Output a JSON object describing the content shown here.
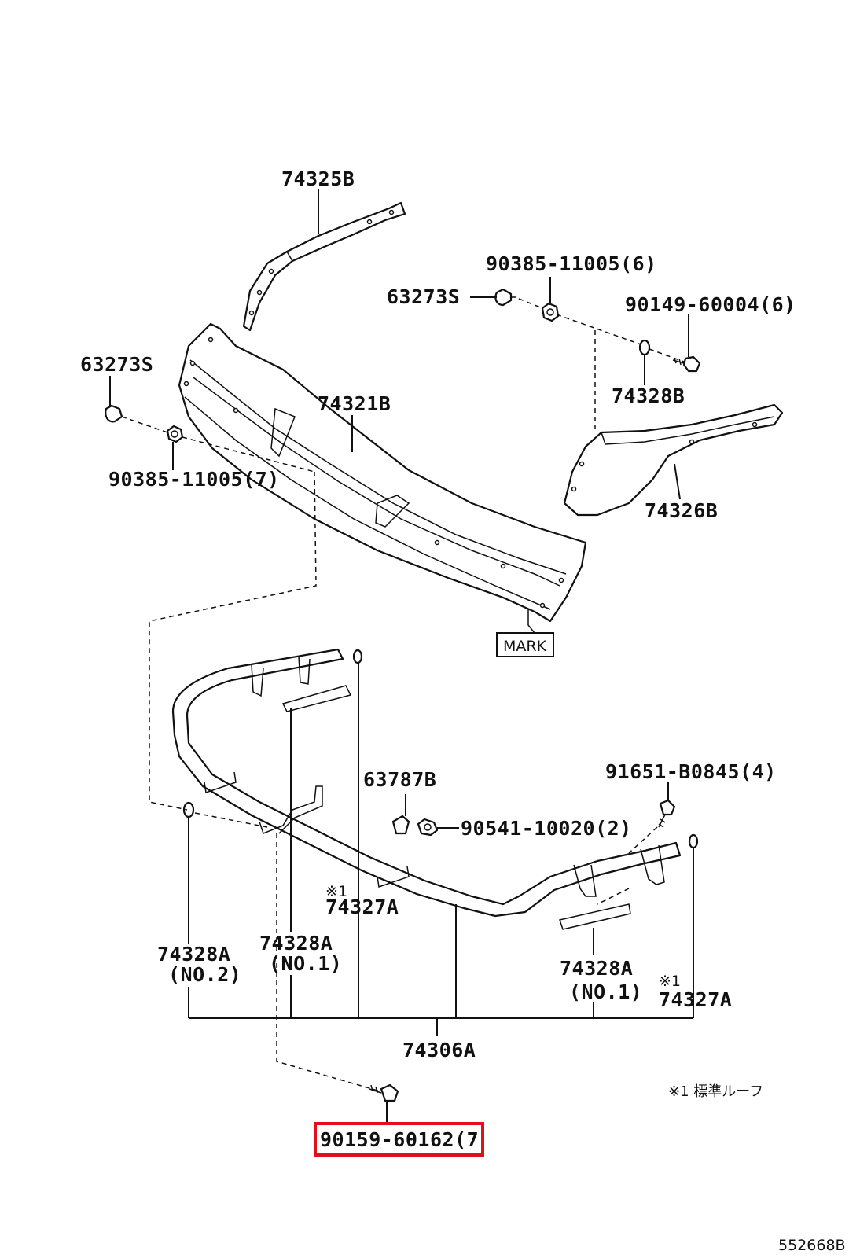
{
  "diagram_id": "552668B",
  "highlight_color": "#e0101a",
  "mark_label": "MARK",
  "footnote": "※1 標準ルーフ",
  "labels": {
    "p74325B": "74325B",
    "p90385_6": "90385-11005(6)",
    "p63273S_top": "63273S",
    "p90149": "90149-60004(6)",
    "p63273S_left": "63273S",
    "p74321B": "74321B",
    "p74328B": "74328B",
    "p90385_7": "90385-11005(7)",
    "p74326B": "74326B",
    "p63787B": "63787B",
    "p91651": "91651-B0845(4)",
    "p90541": "90541-10020(2)",
    "note1_a": "※1",
    "p74327A_a": "74327A",
    "p74328A_no2": "74328A",
    "no2": "(NO.2)",
    "p74328A_no1_a": "74328A",
    "no1_a": "(NO.1)",
    "p74328A_no1_b": "74328A",
    "no1_b": "(NO.1)",
    "note1_b": "※1",
    "p74327A_b": "74327A",
    "p74306A": "74306A",
    "p90159": "90159-60162(7"
  }
}
